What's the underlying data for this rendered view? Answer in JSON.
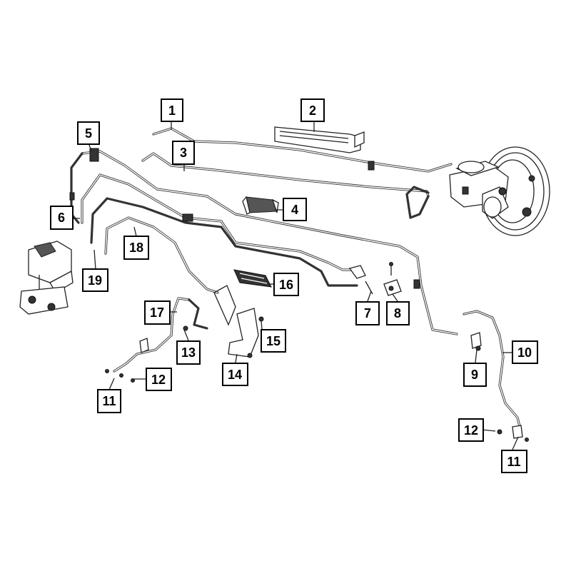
{
  "callouts": [
    {
      "id": "c1",
      "label": "1"
    },
    {
      "id": "c2",
      "label": "2"
    },
    {
      "id": "c3",
      "label": "3"
    },
    {
      "id": "c4",
      "label": "4"
    },
    {
      "id": "c5",
      "label": "5"
    },
    {
      "id": "c6",
      "label": "6"
    },
    {
      "id": "c7",
      "label": "7"
    },
    {
      "id": "c8",
      "label": "8"
    },
    {
      "id": "c9",
      "label": "9"
    },
    {
      "id": "c10",
      "label": "10"
    },
    {
      "id": "c11a",
      "label": "11"
    },
    {
      "id": "c11b",
      "label": "11"
    },
    {
      "id": "c12a",
      "label": "12"
    },
    {
      "id": "c12b",
      "label": "12"
    },
    {
      "id": "c13",
      "label": "13"
    },
    {
      "id": "c14",
      "label": "14"
    },
    {
      "id": "c15",
      "label": "15"
    },
    {
      "id": "c16",
      "label": "16"
    },
    {
      "id": "c17",
      "label": "17"
    },
    {
      "id": "c18",
      "label": "18"
    },
    {
      "id": "c19",
      "label": "19"
    }
  ],
  "colors": {
    "line": "#222222",
    "background": "#ffffff"
  }
}
